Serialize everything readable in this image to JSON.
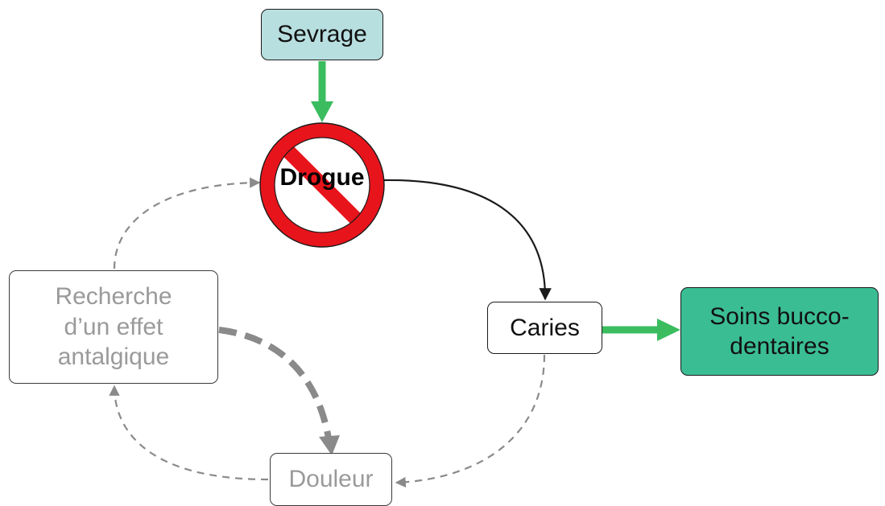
{
  "nodes": {
    "sevrage": "Sevrage",
    "drogue": "Drogue",
    "caries": "Caries",
    "soins": "Soins bucco-\ndentaires",
    "recherche": "Recherche\nd’un effet\nantalgique",
    "douleur": "Douleur"
  },
  "colors": {
    "sevrage_fill": "#b8dfe0",
    "soins_fill": "#3bbd93",
    "green_arrow": "#3bbd5f",
    "prohibition_red": "#e8141c",
    "faded_text": "#9a9a9a",
    "dashed_gray": "#8a8a8a"
  },
  "icons": {
    "drogue": "prohibition-sign-icon"
  }
}
